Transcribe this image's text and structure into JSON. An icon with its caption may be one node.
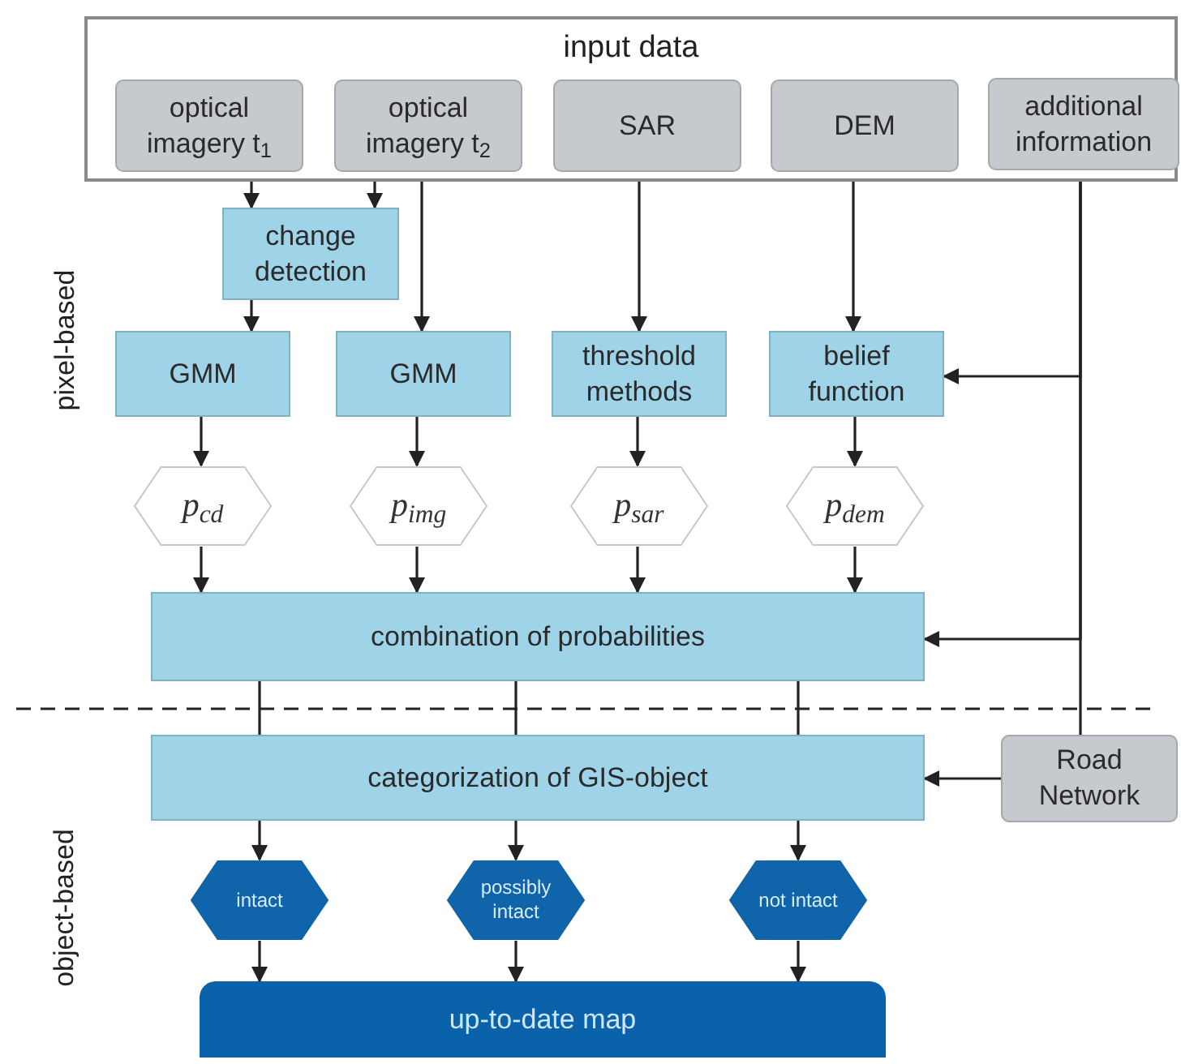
{
  "diagram": {
    "nodes": [
      {
        "text": [
          "input data"
        ]
      },
      {
        "text": [
          "optical imagery t$_{1}$"
        ],
        "in": 0
      },
      {
        "text": [
          "optical imagery t$_{2}$"
        ],
        "in": 0
      },
      {
        "text": [
          "SAR"
        ],
        "in": 0
      },
      {
        "text": [
          "DEM"
        ],
        "in": 0
      },
      {
        "text": [
          "additional information"
        ],
        "in": 0
      },
      {
        "text": [
          "change detection"
        ]
      },
      {
        "text": [
          "GMM"
        ]
      },
      {
        "text": [
          "GMM"
        ]
      },
      {
        "text": [
          "threshold methods"
        ]
      },
      {
        "text": [
          "belief function"
        ]
      },
      {
        "text": [
          "p$_{cd}$"
        ]
      },
      {
        "text": [
          "p$_{img}$"
        ]
      },
      {
        "text": [
          "p$_{sar}$"
        ]
      },
      {
        "text": [
          "p$_{dem}$"
        ]
      },
      {
        "text": [
          "combination of probabilities"
        ]
      },
      {
        "text": [
          "categorization of GIS-object"
        ]
      },
      {
        "text": [
          "Road Network"
        ]
      },
      {
        "text": [
          "intact"
        ]
      },
      {
        "text": [
          "possibly intact"
        ]
      },
      {
        "text": [
          "not intact"
        ]
      },
      {
        "text": [
          "up-to-date map"
        ]
      }
    ],
    "edges": [
      {
        "from": 1,
        "to": 6,
        "arrow": "to"
      },
      {
        "from": 2,
        "to": 6,
        "arrow": "to"
      },
      {
        "from": 6,
        "to": 7,
        "arrow": "to"
      },
      {
        "from": 2,
        "to": 8,
        "arrow": "to"
      },
      {
        "from": 3,
        "to": 9,
        "arrow": "to"
      },
      {
        "from": 4,
        "to": 10,
        "arrow": "to"
      },
      {
        "from": 5,
        "to": 10,
        "arrow": "to"
      },
      {
        "from": 5,
        "to": 15,
        "arrow": "to"
      },
      {
        "from": 5,
        "to": 17,
        "arrow": "none"
      },
      {
        "from": 7,
        "to": 11,
        "arrow": "to"
      },
      {
        "from": 8,
        "to": 12,
        "arrow": "to"
      },
      {
        "from": 9,
        "to": 13,
        "arrow": "to"
      },
      {
        "from": 10,
        "to": 14,
        "arrow": "to"
      },
      {
        "from": 11,
        "to": 15,
        "arrow": "to"
      },
      {
        "from": 12,
        "to": 15,
        "arrow": "to"
      },
      {
        "from": 13,
        "to": 15,
        "arrow": "to"
      },
      {
        "from": 14,
        "to": 15,
        "arrow": "to"
      },
      {
        "from": 15,
        "to": 16,
        "arrow": "none"
      },
      {
        "from": 15,
        "to": 16,
        "arrow": "none"
      },
      {
        "from": 15,
        "to": 16,
        "arrow": "none"
      },
      {
        "from": 17,
        "to": 16,
        "arrow": "to"
      },
      {
        "from": 16,
        "to": 18,
        "arrow": "to"
      },
      {
        "from": 16,
        "to": 19,
        "arrow": "to"
      },
      {
        "from": 16,
        "to": 20,
        "arrow": "to"
      },
      {
        "from": 18,
        "to": 21,
        "arrow": "to"
      },
      {
        "from": 19,
        "to": 21,
        "arrow": "to"
      },
      {
        "from": 20,
        "to": 21,
        "arrow": "to"
      }
    ],
    "labels": [
      "pixel-based",
      "object-based"
    ]
  }
}
